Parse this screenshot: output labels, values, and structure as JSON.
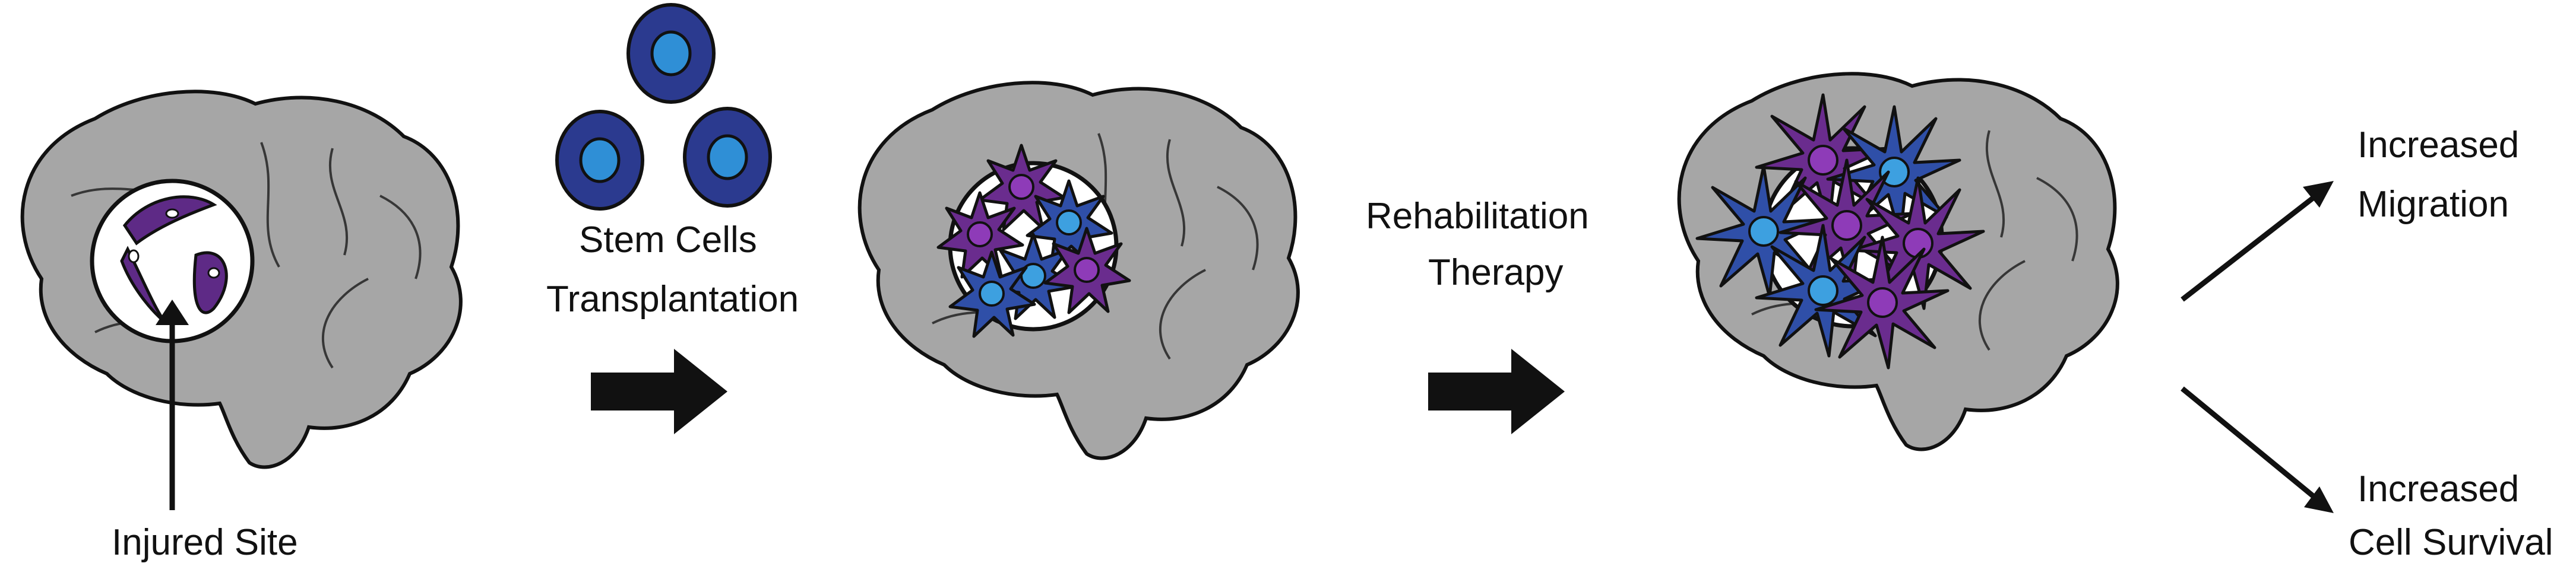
{
  "labels": {
    "injured_site": "Injured Site",
    "stem_cells_line1": "Stem Cells",
    "stem_cells_line2": "Transplantation",
    "rehab_line1": "Rehabilitation",
    "rehab_line2": "Therapy",
    "outcome1_line1": "Increased",
    "outcome1_line2": "Migration",
    "outcome2_line1": "Increased",
    "outcome2_line2": "Cell Survival"
  },
  "colors": {
    "brain_fill": "#a6a6a6",
    "outline": "#111111",
    "stem_cell_outer": "#2b3a8f",
    "stem_cell_inner": "#2f8fd6",
    "neuron_purple": "#6a2c8e",
    "neuron_blue": "#2f4fa8",
    "nucleus_blue": "#3da0e0",
    "injured_cell": "#5e2a86"
  }
}
